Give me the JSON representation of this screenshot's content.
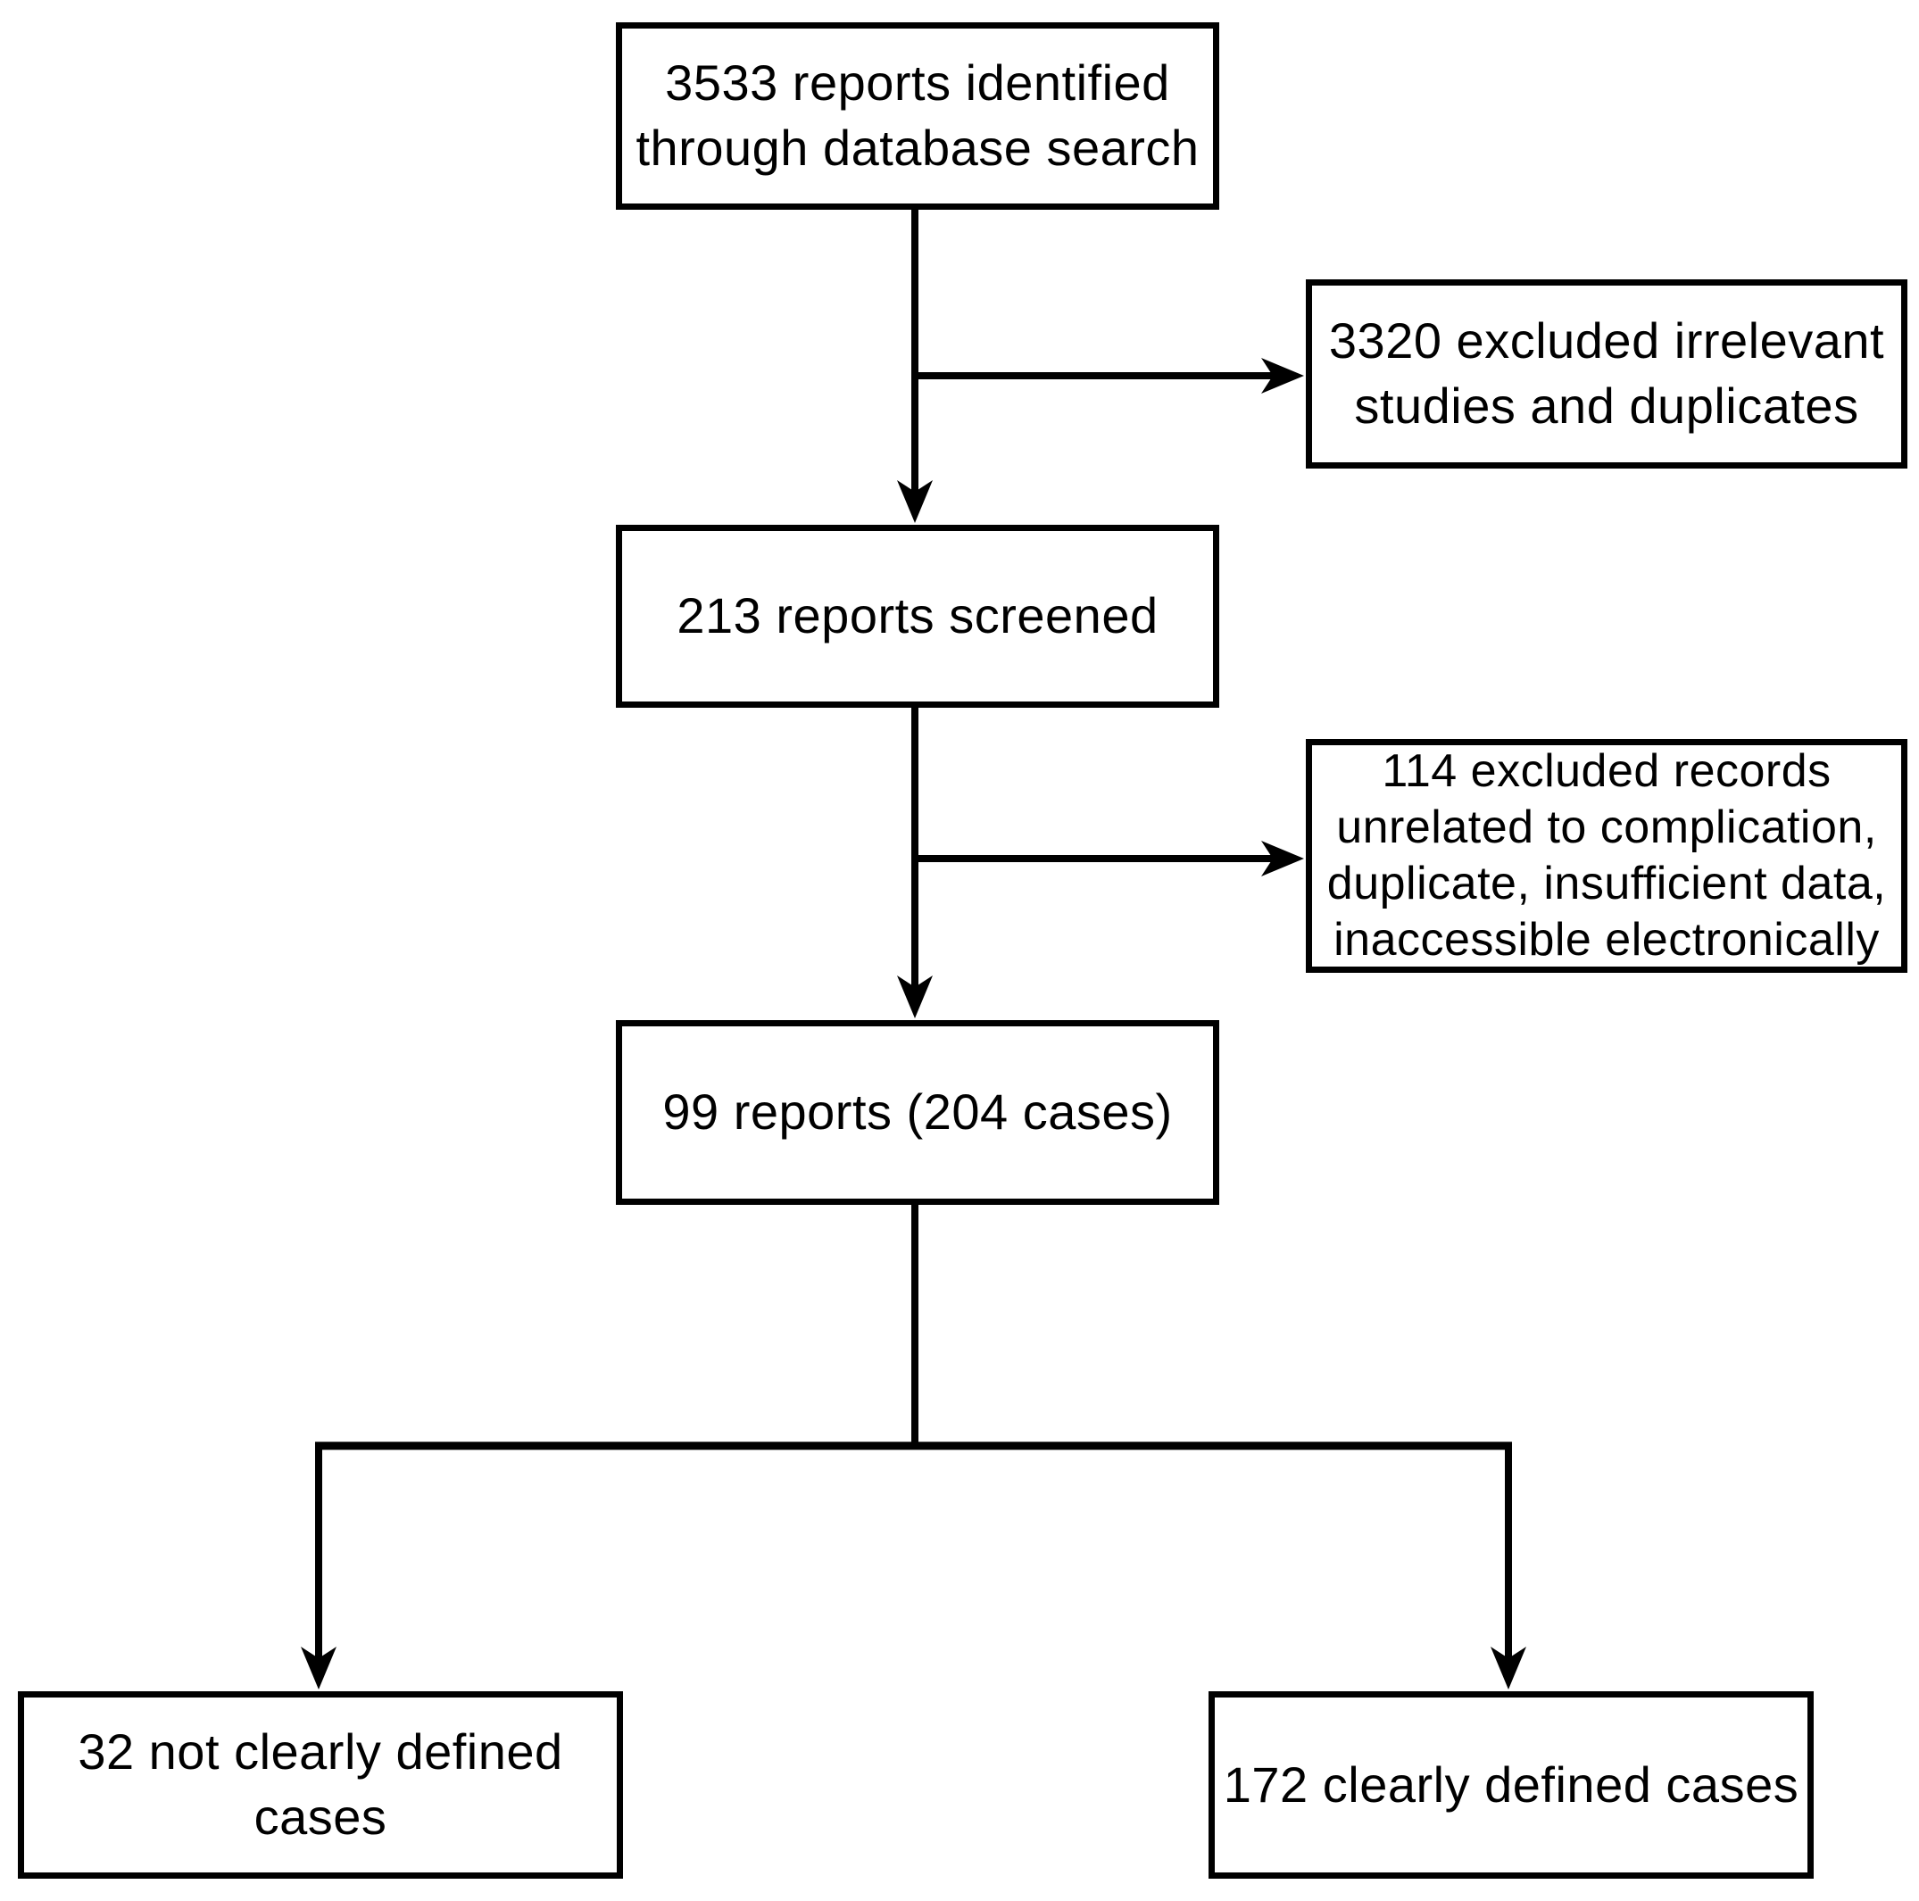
{
  "flowchart": {
    "nodes": {
      "identified": {
        "lines": [
          "3533 reports identified",
          "through database search"
        ],
        "text": "3533 reports identified through database search",
        "count": 3533
      },
      "excluded_irrelevant": {
        "lines": [
          "3320 excluded irrelevant",
          "studies and duplicates"
        ],
        "text": "3320 excluded irrelevant studies and duplicates",
        "count": 3320
      },
      "screened": {
        "lines": [
          "213 reports screened"
        ],
        "text": "213 reports screened",
        "count": 213
      },
      "excluded_records": {
        "lines": [
          "114 excluded records",
          "unrelated to complication,",
          "duplicate, insufficient data,",
          "inaccessible electronically"
        ],
        "text": "114 excluded records unrelated to complication, duplicate, insufficient data, inaccessible electronically",
        "count": 114
      },
      "reports_cases": {
        "lines": [
          "99 reports (204 cases)"
        ],
        "text": "99 reports (204 cases)",
        "reports_count": 99,
        "cases_count": 204
      },
      "not_clearly_defined": {
        "lines": [
          "32 not clearly defined cases"
        ],
        "text": "32 not clearly defined cases",
        "count": 32
      },
      "clearly_defined": {
        "lines": [
          "172 clearly defined cases"
        ],
        "text": "172 clearly defined cases",
        "count": 172
      }
    },
    "edges": [
      {
        "from": "identified",
        "to": "excluded_irrelevant",
        "direction": "right"
      },
      {
        "from": "identified",
        "to": "screened",
        "direction": "down"
      },
      {
        "from": "screened",
        "to": "excluded_records",
        "direction": "right"
      },
      {
        "from": "screened",
        "to": "reports_cases",
        "direction": "down"
      },
      {
        "from": "reports_cases",
        "to": "not_clearly_defined",
        "direction": "branch-left-down"
      },
      {
        "from": "reports_cases",
        "to": "clearly_defined",
        "direction": "branch-right-down"
      }
    ],
    "colors": {
      "background": "#ffffff",
      "box_fill": "#ffffff",
      "box_border": "#000000",
      "text": "#000000",
      "connector": "#000000"
    }
  }
}
